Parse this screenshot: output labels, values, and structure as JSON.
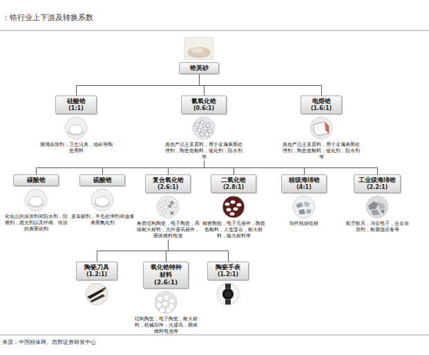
{
  "diagram": {
    "title": "：锆行业上下游及转换系数",
    "caption": "来源：中国粉体网、西部证券研发中心",
    "nodes": [
      {
        "text": [
          "锆英砂"
        ]
      },
      {
        "text": [
          "硅酸锆",
          "(1:1)",
          "玻璃添加剂，卫生洁具，地砖等陶瓷用料"
        ]
      },
      {
        "text": [
          "氯氧化锆",
          "(0.6:1)",
          "其他产品主要原料，用于金属表面处理剂，陶瓷色釉料，催化剂，防水剂等"
        ]
      },
      {
        "text": [
          "电熔锆",
          "(1.6:1)",
          "其他产品主要原料，用于金属表面处理剂，陶瓷色釉料，催化剂，防水剂等"
        ]
      },
      {
        "text": [
          "碳酸锆",
          "化妆品的添加剂和防水剂，阻燃剂，跑光剂以及纤维、纸张的表面助剂"
        ]
      },
      {
        "text": [
          "硫酸锆",
          "皮革鞣剂，羊毛处理剂和油漆表面氧化剂"
        ]
      },
      {
        "text": [
          "复合氧化锆",
          "(2.6:1)",
          "各类结构陶瓷，电子陶瓷，高级耐火材料，光纤通讯器件，固体燃料电池"
        ]
      },
      {
        "text": [
          "二氧化锆",
          "(2.8:1)",
          "精密陶瓷，电子元器件，陶瓷色釉料，人造宝石，耐火材料，输光材料等"
        ]
      },
      {
        "text": [
          "核级海绵锆",
          "(4:1)",
          "制作核级锆材"
        ]
      },
      {
        "text": [
          "工业级海绵锆",
          "(2.2:1)",
          "航空航天，冶金电子，合金添加剂，耐腐蚀设备等"
        ]
      },
      {
        "text": [
          "陶瓷刀具",
          "(1.2:1)"
        ]
      },
      {
        "text": [
          "氧化锆特种材料(2.6:1)",
          "结构陶瓷，电子陶瓷，耐火材料，机械部件，光通讯，固体燃料电池等"
        ]
      },
      {
        "text": [
          "陶瓷手表",
          "(1.2:1)"
        ]
      }
    ],
    "edges": [
      {
        "from": 0,
        "to": 1,
        "arrow": "none"
      },
      {
        "from": 0,
        "to": 2,
        "arrow": "none"
      },
      {
        "from": 0,
        "to": 3,
        "arrow": "none"
      },
      {
        "from": 2,
        "to": 4,
        "arrow": "none"
      },
      {
        "from": 2,
        "to": 5,
        "arrow": "none"
      },
      {
        "from": 2,
        "to": 6,
        "arrow": "none"
      },
      {
        "from": 2,
        "to": 7,
        "arrow": "none"
      },
      {
        "from": 2,
        "to": 8,
        "arrow": "none"
      },
      {
        "from": 2,
        "to": 9,
        "arrow": "none"
      },
      {
        "from": 6,
        "to": 10,
        "arrow": "none"
      },
      {
        "from": 6,
        "to": 11,
        "arrow": "none"
      },
      {
        "from": 6,
        "to": 12,
        "arrow": "none"
      }
    ]
  }
}
